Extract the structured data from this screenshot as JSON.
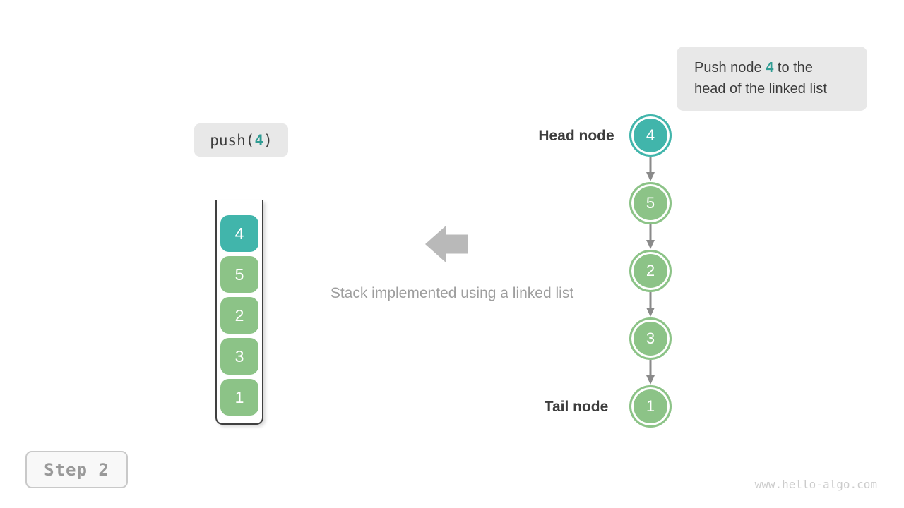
{
  "colors": {
    "teal": "#41b5ab",
    "green": "#8cc387",
    "highlight_text": "#2f9c93",
    "chip_bg": "#e8e8e8",
    "block_arrow": "#b9b9b9",
    "connector": "#8a8a8a",
    "dark_text": "#3c3c3c",
    "muted_text": "#9e9e9e",
    "step_text": "#999999",
    "watermark_text": "#cccccc",
    "stack_border": "#404040"
  },
  "callout": {
    "line1_prefix": "Push node ",
    "line1_highlight": "4",
    "line1_suffix": " to the",
    "line2": "head of the linked list"
  },
  "operation": {
    "prefix": "push(",
    "arg": "4",
    "suffix": ")"
  },
  "stack": {
    "items": [
      {
        "value": "4",
        "color": "#41b5ab"
      },
      {
        "value": "5",
        "color": "#8cc387"
      },
      {
        "value": "2",
        "color": "#8cc387"
      },
      {
        "value": "3",
        "color": "#8cc387"
      },
      {
        "value": "1",
        "color": "#8cc387"
      }
    ]
  },
  "caption": "Stack implemented using a linked list",
  "linked_list": {
    "head_label": "Head node",
    "tail_label": "Tail node",
    "nodes": [
      {
        "value": "4",
        "color": "#41b5ab"
      },
      {
        "value": "5",
        "color": "#8cc387"
      },
      {
        "value": "2",
        "color": "#8cc387"
      },
      {
        "value": "3",
        "color": "#8cc387"
      },
      {
        "value": "1",
        "color": "#8cc387"
      }
    ]
  },
  "step_badge": "Step 2",
  "watermark": "www.hello-algo.com"
}
